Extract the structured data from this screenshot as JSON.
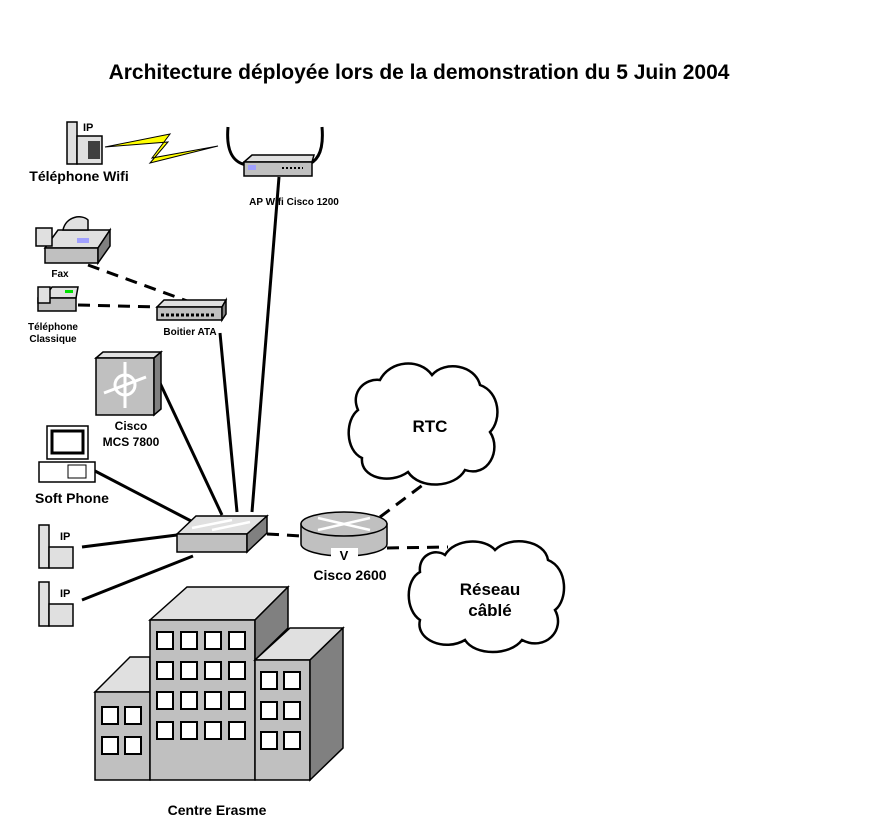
{
  "title": "Architecture déployée lors de la demonstration du 5 Juin 2004",
  "devices": {
    "wifi_phone": "Téléphone Wifi",
    "ap": "AP Wifi Cisco 1200",
    "fax": "Fax",
    "classic_phone_1": "Téléphone",
    "classic_phone_2": "Classique",
    "ata": "Boitier ATA",
    "mcs_1": "Cisco",
    "mcs_2": "MCS 7800",
    "soft_phone": "Soft Phone",
    "router": "Cisco 2600",
    "router_badge": "V",
    "ip_badge": "IP",
    "building": "Centre Erasme"
  },
  "clouds": {
    "rtc": "RTC",
    "cable_1": "Réseau",
    "cable_2": "câblé"
  },
  "colors": {
    "wireless": "#ffff00",
    "device": "#c0c0c0"
  }
}
